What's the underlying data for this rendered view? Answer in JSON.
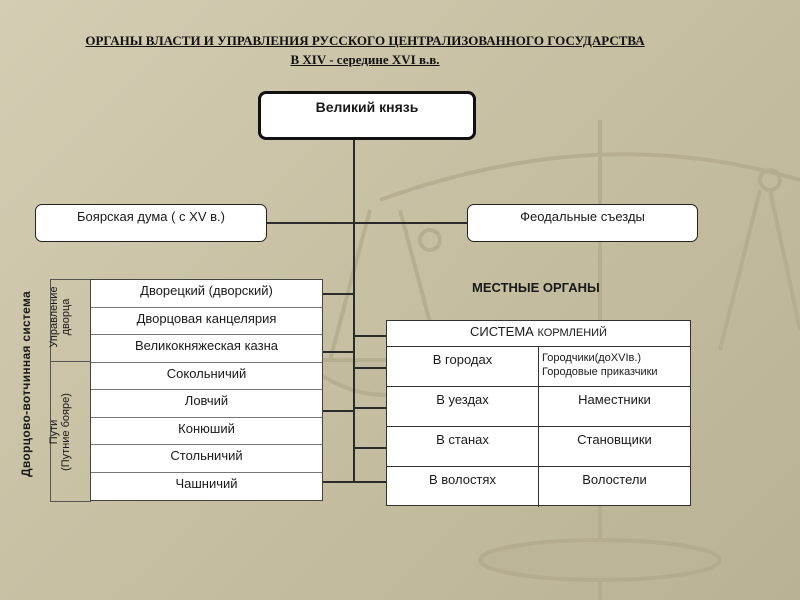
{
  "title": {
    "line1": "ОРГАНЫ ВЛАСТИ И УПРАВЛЕНИЯ РУССКОГО ЦЕНТРАЛИЗОВАННОГО ГОСУДАРСТВА",
    "line2": "В XIV - середине XVI в.в."
  },
  "nodes": {
    "prince": "Великий  князь",
    "duma": "Боярская дума ( с XV в.)",
    "feodal": "Феодальные съезды"
  },
  "left_table": {
    "system_label": "Дворцово-вотчинная система",
    "group1_label_a": "Управление",
    "group1_label_b": "дворца",
    "group2_label_a": "Пути",
    "group2_label_b": "(Путние бояре)",
    "rows": [
      "Дворецкий (дворский)",
      "Дворцовая канцелярия",
      "Великокняжеская казна",
      "Сокольничий",
      "Ловчий",
      "Конюший",
      "Стольничий",
      "Чашничий"
    ]
  },
  "local": {
    "label": "МЕСТНЫЕ ОРГАНЫ",
    "table_title_main": "СИСТЕМА ",
    "table_title_small": "КОРМЛЕНИЙ",
    "rows": [
      {
        "place": "В городах",
        "official_a": "Городчики(доXVIв.)",
        "official_b": "Городовые приказчики"
      },
      {
        "place": "В уездах",
        "official": "Наместники"
      },
      {
        "place": "В станах",
        "official": "Становщики"
      },
      {
        "place": "В волостях",
        "official": "Волостели"
      }
    ]
  }
}
